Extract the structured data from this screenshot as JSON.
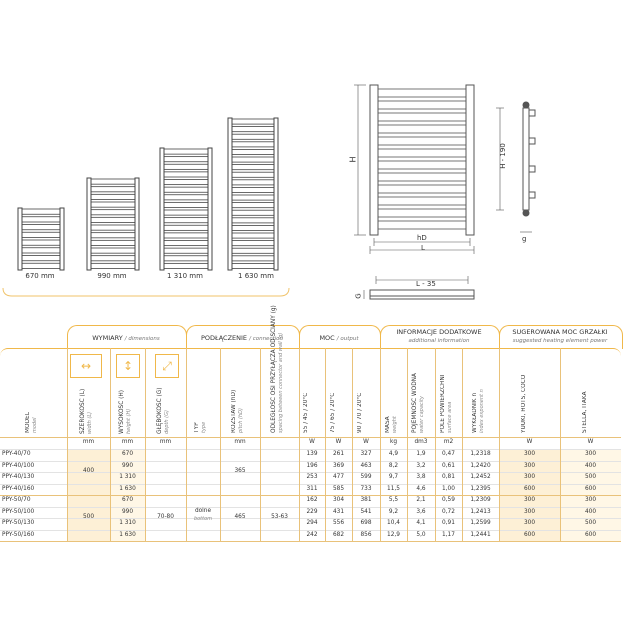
{
  "radiators": [
    {
      "label": "670 mm"
    },
    {
      "label": "990 mm"
    },
    {
      "label": "1 310 mm"
    },
    {
      "label": "1 630 mm"
    }
  ],
  "dims": {
    "h": "H",
    "hd": "hD",
    "l": "L",
    "h190": "H - 190",
    "g": "g",
    "l35": "L - 35",
    "G": "G"
  },
  "groups": {
    "wymiary": {
      "pl": "WYMIARY",
      "en": "/ dimensions"
    },
    "podlaczenie": {
      "pl": "PODŁĄCZENIE",
      "en": "/ connection"
    },
    "moc": {
      "pl": "MOC",
      "en": "/ output"
    },
    "info": {
      "pl": "INFORMACJE DODATKOWE",
      "en": "additional information"
    },
    "sugerowana": {
      "pl": "SUGEROWANA MOC GRZAŁKI",
      "en": "suggested heating element power"
    }
  },
  "columns": [
    {
      "pl": "MODEL",
      "en": "model"
    },
    {
      "pl": "SZEROKOŚĆ (L)",
      "en": "width (L)"
    },
    {
      "pl": "WYSOKOŚĆ (H)",
      "en": "height (H)"
    },
    {
      "pl": "GŁĘBOKOŚĆ (G)",
      "en": "depth (G)"
    },
    {
      "pl": "TYP",
      "en": "type"
    },
    {
      "pl": "ROZSTAW (hD)",
      "en": "pitch (hD)"
    },
    {
      "pl": "ODLEGŁOŚĆ OSI PRZYŁĄCZA OD ŚCIANY (g)",
      "en": "spacing between connector and wall (g)"
    },
    {
      "pl": "55 / 45 / 20°C",
      "en": ""
    },
    {
      "pl": "75 / 65 / 20°C",
      "en": ""
    },
    {
      "pl": "90 / 70 / 20°C",
      "en": ""
    },
    {
      "pl": "MASA",
      "en": "weight"
    },
    {
      "pl": "POJEMNOŚĆ WODNA",
      "en": "water capacity"
    },
    {
      "pl": "POLE POWIERZCHNI",
      "en": "surface area"
    },
    {
      "pl": "WYKŁADNIK n",
      "en": "index exponent n"
    },
    {
      "pl": "YUUKI, HOTS, COCO",
      "en": ""
    },
    {
      "pl": "STELLA, ITAKA",
      "en": ""
    }
  ],
  "units": [
    "mm",
    "mm",
    "mm",
    "mm",
    "W",
    "W",
    "W",
    "kg",
    "dm3",
    "m2",
    "W",
    "W"
  ],
  "shared": {
    "width_40": "400",
    "width_50": "500",
    "depth": "70-80",
    "type_pl": "dolne",
    "type_en": "bottom",
    "pitch_40": "365",
    "pitch_50": "465",
    "wall": "53-63"
  },
  "rows": [
    {
      "model": "PPY-40/70",
      "h": "670",
      "p55": "139",
      "p75": "261",
      "p90": "327",
      "mass": "4,9",
      "water": "1,9",
      "area": "0,47",
      "n": "1,2318",
      "yuuki": "300",
      "stella": "300"
    },
    {
      "model": "PPY-40/100",
      "h": "990",
      "p55": "196",
      "p75": "369",
      "p90": "463",
      "mass": "8,2",
      "water": "3,2",
      "area": "0,61",
      "n": "1,2420",
      "yuuki": "300",
      "stella": "400"
    },
    {
      "model": "PPY-40/130",
      "h": "1 310",
      "p55": "253",
      "p75": "477",
      "p90": "599",
      "mass": "9,7",
      "water": "3,8",
      "area": "0,81",
      "n": "1,2452",
      "yuuki": "300",
      "stella": "500"
    },
    {
      "model": "PPY-40/160",
      "h": "1 630",
      "p55": "311",
      "p75": "585",
      "p90": "733",
      "mass": "11,5",
      "water": "4,6",
      "area": "1,00",
      "n": "1,2395",
      "yuuki": "600",
      "stella": "600"
    },
    {
      "model": "PPY-50/70",
      "h": "670",
      "p55": "162",
      "p75": "304",
      "p90": "381",
      "mass": "5,5",
      "water": "2,1",
      "area": "0,59",
      "n": "1,2309",
      "yuuki": "300",
      "stella": "300"
    },
    {
      "model": "PPY-50/100",
      "h": "990",
      "p55": "229",
      "p75": "431",
      "p90": "541",
      "mass": "9,2",
      "water": "3,6",
      "area": "0,72",
      "n": "1,2413",
      "yuuki": "300",
      "stella": "400"
    },
    {
      "model": "PPY-50/130",
      "h": "1 310",
      "p55": "294",
      "p75": "556",
      "p90": "698",
      "mass": "10,4",
      "water": "4,1",
      "area": "0,91",
      "n": "1,2599",
      "yuuki": "300",
      "stella": "500"
    },
    {
      "model": "PPY-50/160",
      "h": "1 630",
      "p55": "242",
      "p75": "682",
      "p90": "856",
      "mass": "12,9",
      "water": "5,0",
      "area": "1,17",
      "n": "1,2441",
      "yuuki": "600",
      "stella": "600"
    }
  ]
}
